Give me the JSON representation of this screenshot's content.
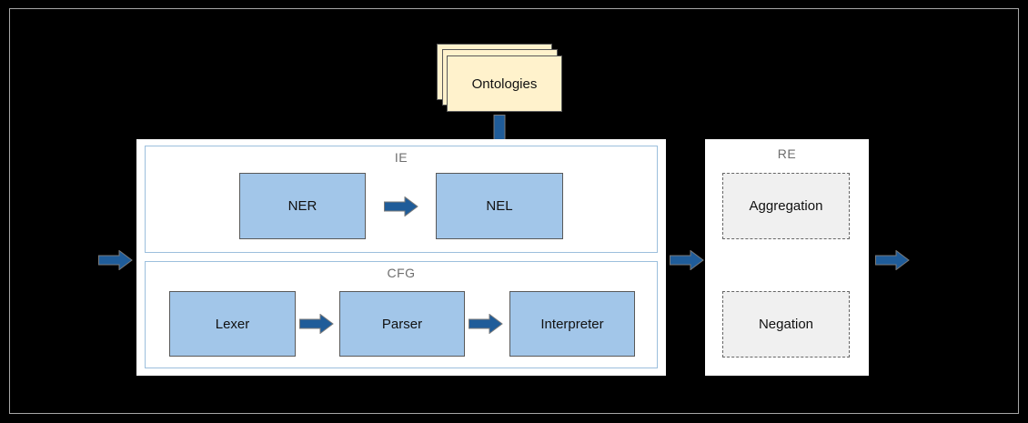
{
  "diagram": {
    "ontologies": {
      "label": "Ontologies"
    },
    "ie_group": {
      "label": "IE",
      "nodes": {
        "ner": "NER",
        "nel": "NEL"
      }
    },
    "cfg_group": {
      "label": "CFG",
      "nodes": {
        "lexer": "Lexer",
        "parser": "Parser",
        "interpreter": "Interpreter"
      }
    },
    "re_group": {
      "label": "RE",
      "nodes": {
        "aggregation": "Aggregation",
        "negation": "Negation"
      }
    },
    "icons": {
      "flow_arrow_right": "solid right-pointing block arrow",
      "flow_arrow_down": "solid down-pointing block arrow"
    },
    "colors": {
      "canvas_bg": "#000000",
      "frame_border": "#A6A6A6",
      "node_fill": "#A2C6E9",
      "node_border": "#595959",
      "group_border": "#9CBFDD",
      "group_label": "#6E6E6E",
      "arrow_fill": "#1F5C99",
      "doc_fill": "#FFF2CC",
      "doc_border": "#595959",
      "dashed_node_fill": "#F0F0F0",
      "dashed_node_border": "#666666",
      "panel_bg": "#FFFFFF"
    }
  }
}
